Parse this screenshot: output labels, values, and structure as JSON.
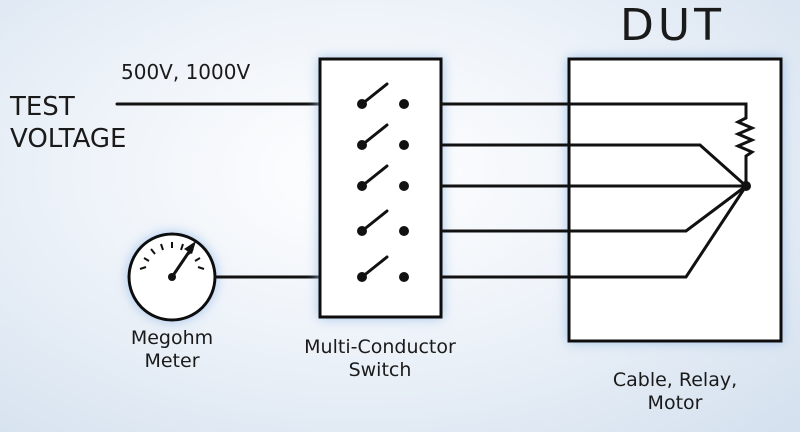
{
  "title": "DUT",
  "test_voltage": {
    "line1": "TEST",
    "line2": "VOLTAGE"
  },
  "voltage_values": "500V, 1000V",
  "megohm_meter": {
    "line1": "Megohm",
    "line2": "Meter"
  },
  "switch": {
    "line1": "Multi-Conductor",
    "line2": "Switch"
  },
  "dut_caption": {
    "line1": "Cable, Relay,",
    "line2": "Motor"
  },
  "components": {
    "switch_positions": 5,
    "test_voltage_connects_to": "switch-1",
    "meter_connects_to": "switch-5"
  }
}
